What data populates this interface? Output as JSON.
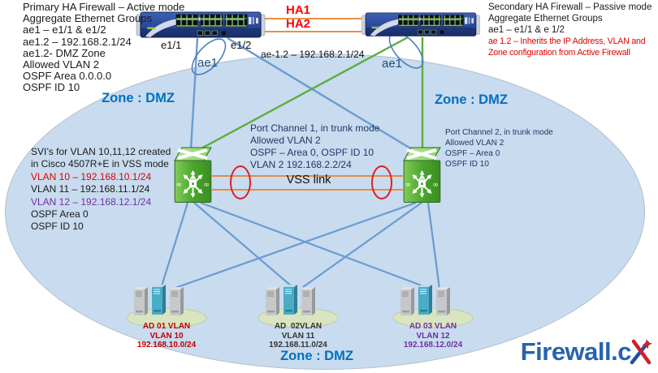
{
  "blocks": {
    "top_left": {
      "lines": [
        {
          "text": "Primary HA Firewall – Active mode"
        },
        {
          "text": "Aggregate Ethernet Groups"
        },
        {
          "text": "ae1 – e1/1 & e1/2"
        },
        {
          "text": "ae1.2 – 192.168.2.1/24"
        },
        {
          "text": "ae1.2- DMZ Zone"
        },
        {
          "text": "Allowed VLAN 2"
        },
        {
          "text": "OSPF Area 0.0.0.0"
        },
        {
          "text": "OSPF ID 10"
        }
      ]
    },
    "top_right": {
      "lines": [
        {
          "text": "Secondary HA Firewall – Passive mode",
          "color": "#1a1a1a"
        },
        {
          "text": "Aggregate Ethernet Groups",
          "color": "#1a1a1a"
        },
        {
          "text": "ae1 – e1/1 & e 1/2",
          "color": "#1a1a1a"
        },
        {
          "text": "ae 1.2 – Inherits the IP Address, VLAN and",
          "color": "#E10000"
        },
        {
          "text": "Zone configuration from Active Firewall",
          "color": "#E10000"
        }
      ]
    },
    "svi": {
      "lines": [
        {
          "text": "SVI’s for VLAN 10,11,12 created",
          "color": "#1a1a1a"
        },
        {
          "text": "in Cisco 4507R+E in VSS mode",
          "color": "#1a1a1a"
        },
        {
          "text": "VLAN 10 – 192.168.10.1/24",
          "color": "#E10000"
        },
        {
          "text": "VLAN 11 – 192.168.11.1/24",
          "color": "#1a1a1a"
        },
        {
          "text": "VLAN 12 – 192.168.12.1/24",
          "color": "#7030A0"
        },
        {
          "text": "OSPF Area 0",
          "color": "#1a1a1a"
        },
        {
          "text": "OSPF ID 10",
          "color": "#1a1a1a"
        }
      ]
    },
    "pc1": {
      "lines": [
        {
          "text": "Port Channel 1, in trunk mode"
        },
        {
          "text": "Allowed VLAN 2"
        },
        {
          "text": "OSPF – Area 0, OSPF ID 10"
        },
        {
          "text": "VLAN 2 192.168.2.2/24"
        }
      ]
    },
    "pc2": {
      "lines": [
        {
          "text": "Port Channel 2, in trunk mode"
        },
        {
          "text": "Allowed VLAN 2"
        },
        {
          "text": "OSPF – Area 0"
        },
        {
          "text": "OSPF ID 10"
        }
      ]
    }
  },
  "labels": {
    "ha1": "HA1",
    "ha2": "HA2",
    "e1_1": "e1/1",
    "e1_2": "e1/2",
    "ae1_left": "ae1",
    "ae1_right": "ae1",
    "ae12": "ae-1.2 – 192.168.2.1/24",
    "vss": "VSS link",
    "zone_left": "Zone : DMZ",
    "zone_right": "Zone : DMZ",
    "zone_bottom": "Zone : DMZ"
  },
  "servers": [
    {
      "name": "AD 01 VLAN",
      "vlan": "VLAN 10",
      "subnet": "192.168.10.0/24",
      "color": "#C00000"
    },
    {
      "name": "AD  02VLAN",
      "vlan": "VLAN 11",
      "subnet": "192.168.11.0/24",
      "color": "#333333"
    },
    {
      "name": "AD 03 VLAN",
      "vlan": "VLAN 12",
      "subnet": "192.168.12.0/24",
      "color": "#7030A0"
    }
  ],
  "logo": {
    "text": "Firewall.c",
    "x": "x"
  },
  "colors": {
    "zone_label": "#0070C0",
    "ha_label": "#FF0000",
    "red_text": "#E10000",
    "purple_text": "#7030A0",
    "dmz_fill": "#C8DBEF",
    "line_blue": "#6B9BD2",
    "line_green": "#5BAE3C",
    "line_orange": "#E8812D",
    "firewall_body": "#2C4A9C",
    "switch_green": "#4AA62E",
    "redundancy_circle": "#E02020",
    "logo_blue": "#2763AE",
    "logo_red": "#CE2029"
  }
}
